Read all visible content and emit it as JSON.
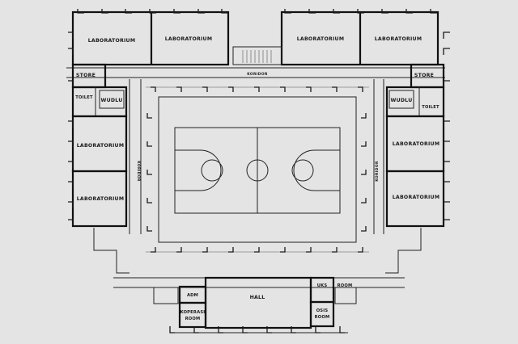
{
  "labels": {
    "lab_top_1": "LABORATORIUM",
    "lab_top_2": "LABORATORIUM",
    "lab_top_3": "LABORATORIUM",
    "lab_top_4": "LABORATORIUM",
    "lab_left_1": "LABORATORIUM",
    "lab_left_2": "LABORATORIUM",
    "lab_right_1": "LABORATORIUM",
    "lab_right_2": "LABORATORIUM",
    "store_left": "STORE",
    "store_right": "STORE",
    "toilet_left": "TOILET",
    "toilet_right": "TOILET",
    "wudlu_left": "WUDLU",
    "wudlu_right": "WUDLU",
    "adm": "ADM",
    "koperasi": "KOPERASI",
    "koperasi_room": "ROOM",
    "hall": "HALL",
    "uks": "UKS",
    "uks_room": "ROOM",
    "osis": "OSIS",
    "osis_room": "ROOM",
    "corridor_top": "KORIDOR",
    "corridor_left": "KORIDOR",
    "corridor_right": "KORIDOR"
  },
  "colors": {
    "background": "#e4e4e4",
    "ink": "#111111"
  }
}
